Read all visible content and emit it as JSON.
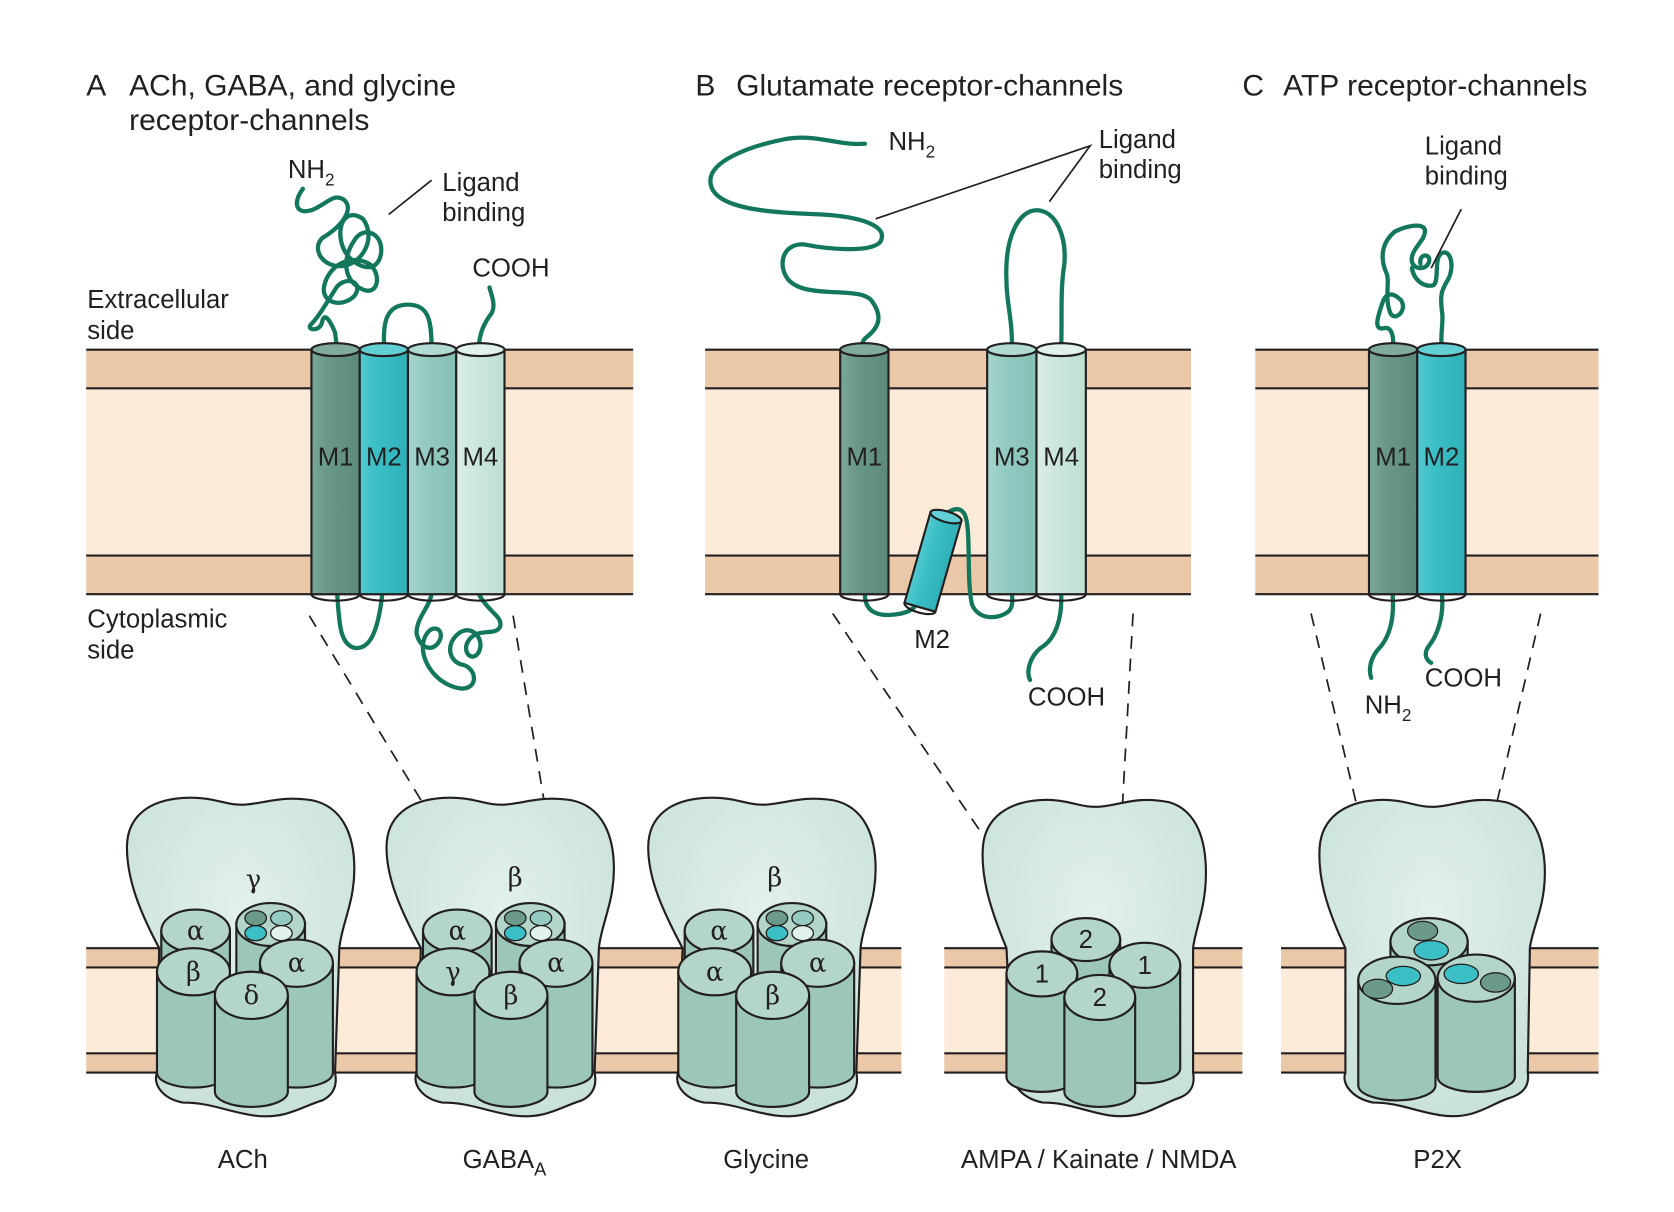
{
  "figure": {
    "panels": [
      {
        "letter": "A",
        "title_line1": "ACh, GABA, and glycine",
        "title_line2": "receptor-channels",
        "labels": {
          "nh2": "NH",
          "nh2_sub": "2",
          "ligand1": "Ligand",
          "ligand2": "binding",
          "cooh": "COOH",
          "extracellular1": "Extracellular",
          "extracellular2": "side",
          "cytoplasmic1": "Cytoplasmic",
          "cytoplasmic2": "side"
        },
        "helices": [
          "M1",
          "M2",
          "M3",
          "M4"
        ],
        "receptors": [
          {
            "name": "ACh",
            "top_subunit": "γ",
            "subunits": [
              "α",
              "β",
              "α",
              "δ"
            ]
          },
          {
            "name": "GABA",
            "name_sub": "A",
            "top_subunit": "β",
            "subunits": [
              "α",
              "γ",
              "α",
              "β"
            ]
          },
          {
            "name": "Glycine",
            "top_subunit": "β",
            "subunits": [
              "α",
              "α",
              "α",
              "β"
            ]
          }
        ]
      },
      {
        "letter": "B",
        "title_line1": "Glutamate receptor-channels",
        "labels": {
          "nh2": "NH",
          "nh2_sub": "2",
          "ligand1": "Ligand",
          "ligand2": "binding",
          "cooh": "COOH",
          "m2": "M2"
        },
        "helices": [
          "M1",
          "M3",
          "M4"
        ],
        "receptors": [
          {
            "name": "AMPA / Kainate / NMDA",
            "subunits": [
              "2",
              "1",
              "1",
              "2"
            ]
          }
        ]
      },
      {
        "letter": "C",
        "title_line1": "ATP receptor-channels",
        "labels": {
          "ligand1": "Ligand",
          "ligand2": "binding",
          "nh2": "NH",
          "nh2_sub": "2",
          "cooh": "COOH"
        },
        "helices": [
          "M1",
          "M2"
        ],
        "receptors": [
          {
            "name": "P2X"
          }
        ]
      }
    ],
    "colors": {
      "chain": "#13775e",
      "m1": "#6b9a8a",
      "m2": "#3bbfc6",
      "m3": "#93cbc3",
      "m4": "#cde8dc",
      "membrane_head": "#ebc8a8",
      "membrane_core": "#fdebd9",
      "receptor_body": "#d3e8e1",
      "subunit": "#9cc6b8"
    }
  }
}
